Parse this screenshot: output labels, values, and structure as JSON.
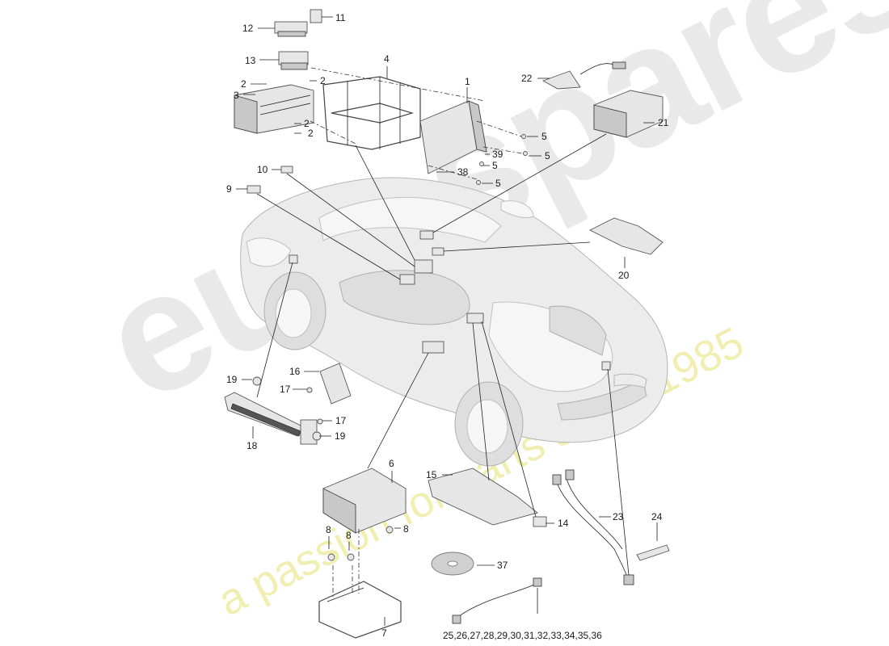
{
  "watermark": {
    "brand": "eurospares",
    "tagline": "a passion for parts since 1985"
  },
  "callouts": [
    {
      "id": "c12",
      "text": "12"
    },
    {
      "id": "c11",
      "text": "11"
    },
    {
      "id": "c13",
      "text": "13"
    },
    {
      "id": "c4",
      "text": "4"
    },
    {
      "id": "c2a",
      "text": "2"
    },
    {
      "id": "c2b",
      "text": "2"
    },
    {
      "id": "c3",
      "text": "3"
    },
    {
      "id": "c2c",
      "text": "2"
    },
    {
      "id": "c2d",
      "text": "2"
    },
    {
      "id": "c1",
      "text": "1"
    },
    {
      "id": "c22",
      "text": "22"
    },
    {
      "id": "c21",
      "text": "21"
    },
    {
      "id": "c5a",
      "text": "5"
    },
    {
      "id": "c5b",
      "text": "5"
    },
    {
      "id": "c39",
      "text": "39"
    },
    {
      "id": "c5c",
      "text": "5"
    },
    {
      "id": "c38",
      "text": "38"
    },
    {
      "id": "c5d",
      "text": "5"
    },
    {
      "id": "c10",
      "text": "10"
    },
    {
      "id": "c9",
      "text": "9"
    },
    {
      "id": "c20",
      "text": "20"
    },
    {
      "id": "c16",
      "text": "16"
    },
    {
      "id": "c19a",
      "text": "19"
    },
    {
      "id": "c17a",
      "text": "17"
    },
    {
      "id": "c17b",
      "text": "17"
    },
    {
      "id": "c19b",
      "text": "19"
    },
    {
      "id": "c18",
      "text": "18"
    },
    {
      "id": "c6",
      "text": "6"
    },
    {
      "id": "c15",
      "text": "15"
    },
    {
      "id": "c14",
      "text": "14"
    },
    {
      "id": "c23",
      "text": "23"
    },
    {
      "id": "c24",
      "text": "24"
    },
    {
      "id": "c8a",
      "text": "8"
    },
    {
      "id": "c8b",
      "text": "8"
    },
    {
      "id": "c8c",
      "text": "8"
    },
    {
      "id": "c37",
      "text": "37"
    },
    {
      "id": "c7",
      "text": "7"
    },
    {
      "id": "c25",
      "text": "25,26,27,28,29,30,31,32,33,34,35,36"
    }
  ]
}
